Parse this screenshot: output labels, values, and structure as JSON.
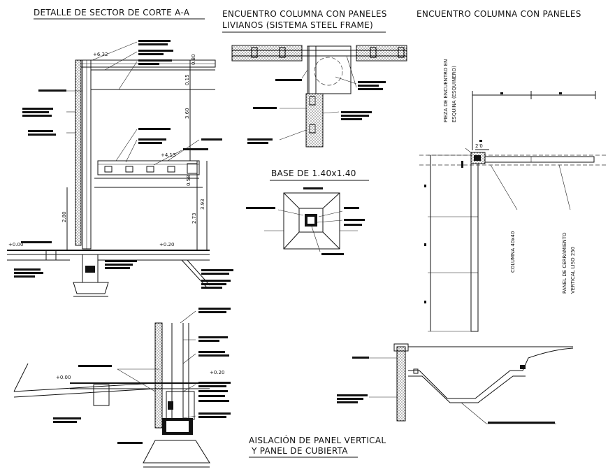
{
  "titles": {
    "corte": "DETALLE DE SECTOR DE CORTE A-A",
    "encuentro_1a": "ENCUENTRO COLUMNA CON PANELES",
    "encuentro_1b": "LIVIANOS (SISTEMA STEEL FRAME)",
    "encuentro_2": "ENCUENTRO COLUMNA CON PANELES",
    "base": "BASE DE 1.40x1.40",
    "aislacion_a": "AISLACIÓN DE PANEL VERTICAL",
    "aislacion_b": "Y PANEL DE CUBIERTA"
  },
  "labels": {
    "level_632": "+6.32",
    "level_413": "+4.13",
    "level_000_a": "+0.00",
    "level_020_a": "+0.20",
    "level_000_b": "+0.00",
    "level_020_b": "+0.20",
    "dim_080": "0.80",
    "dim_015": "0.15",
    "dim_360": "3.60",
    "dim_058": "0.58",
    "dim_280": "2.80",
    "dim_273": "2.73",
    "dim_393": "3.93",
    "dim_20": "2'0",
    "pieza": "PIEZA DE ENCUENTRO EN",
    "pieza_b": "ESQUINA (ESQUINERO)",
    "columna": "COLUMNA 40x40",
    "panel_a": "PANEL DE CERRAMIENTO",
    "panel_b": "VERTICAL LISO 250"
  },
  "colors": {
    "ink": "#111111",
    "paper": "#ffffff"
  }
}
